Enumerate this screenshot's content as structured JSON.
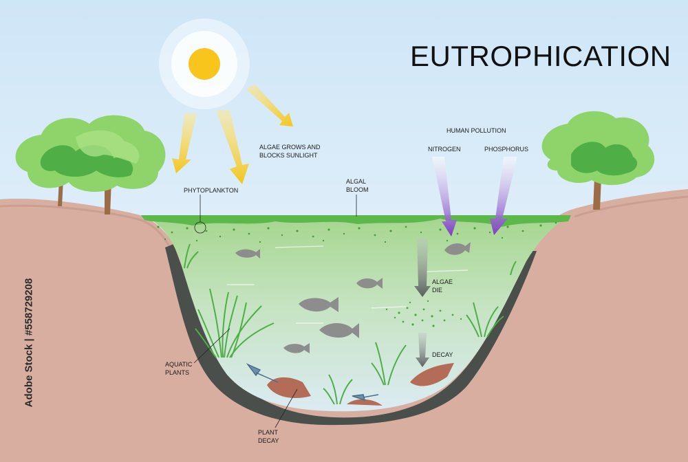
{
  "title": "EUTROPHICATION",
  "side_text": "Adobe Stock | #558729208",
  "labels": {
    "algae_grows": "ALGAE GROWS AND\nBLOCKS SUNLIGHT",
    "human_pollution": "HUMAN POLLUTION",
    "nitrogen": "NITROGEN",
    "phosphorus": "PHOSPHORUS",
    "phytoplankton": "PHYTOPLANKTON",
    "algal_bloom": "ALGAL\nBLOOM",
    "algae_die": "ALGAE\nDIE",
    "decay": "DECAY",
    "aquatic_plants": "AQUATIC\nPLANTS",
    "plant_decay": "PLANT\nDECAY"
  },
  "colors": {
    "sky_top": "#cfe6f7",
    "sky_bottom": "#eef6fc",
    "soil": "#d7aea0",
    "soil_dark": "#c29586",
    "mud": "#4a4f4c",
    "water_top": "#9fd28a",
    "water_bottom": "#dcebf3",
    "algae": "#5db84a",
    "sun": "#f8c51c",
    "sun_ray": "#f6d24a",
    "pollution": "#8a55c6",
    "tree_light": "#8fd46a",
    "tree_dark": "#4fae45",
    "trunk": "#9c6b47"
  },
  "icons": [
    "sun-icon",
    "tree-icon",
    "fish-icon",
    "seaweed-icon",
    "fish-skeleton-icon"
  ]
}
